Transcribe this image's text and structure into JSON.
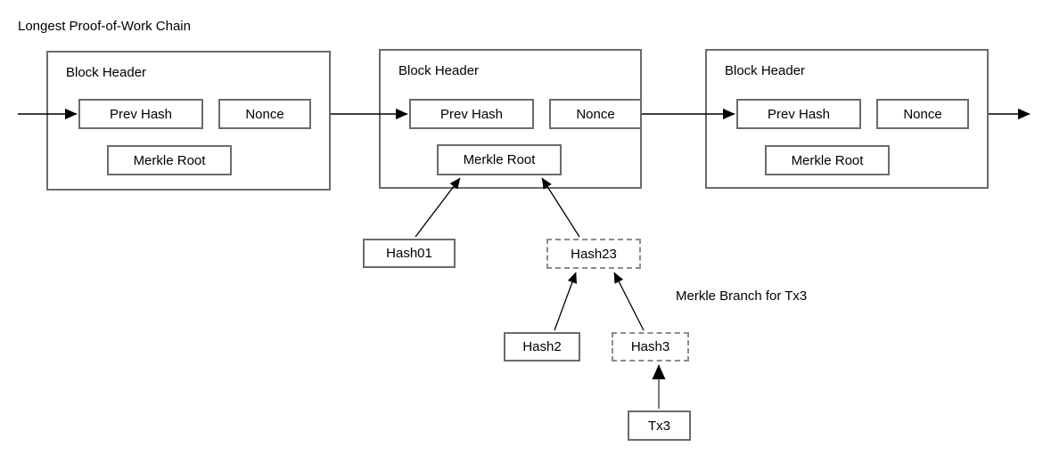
{
  "diagram": {
    "title": "Longest Proof-of-Work Chain",
    "annotation": "Merkle Branch for Tx3",
    "colors": {
      "stroke": "#6b6b6b",
      "dashed_stroke": "#8d8d8d",
      "arrow": "#000000",
      "background": "#ffffff",
      "text": "#000000"
    },
    "blocks": [
      {
        "id": "block-1",
        "header_label": "Block Header",
        "prev_hash_label": "Prev Hash",
        "nonce_label": "Nonce",
        "merkle_root_label": "Merkle Root"
      },
      {
        "id": "block-2",
        "header_label": "Block Header",
        "prev_hash_label": "Prev Hash",
        "nonce_label": "Nonce",
        "merkle_root_label": "Merkle Root"
      },
      {
        "id": "block-3",
        "header_label": "Block Header",
        "prev_hash_label": "Prev Hash",
        "nonce_label": "Nonce",
        "merkle_root_label": "Merkle Root"
      }
    ],
    "merkle_nodes": [
      {
        "id": "hash01",
        "label": "Hash01",
        "style": "solid"
      },
      {
        "id": "hash23",
        "label": "Hash23",
        "style": "dashed"
      },
      {
        "id": "hash2",
        "label": "Hash2",
        "style": "solid"
      },
      {
        "id": "hash3",
        "label": "Hash3",
        "style": "dashed"
      },
      {
        "id": "tx3",
        "label": "Tx3",
        "style": "solid"
      }
    ]
  }
}
